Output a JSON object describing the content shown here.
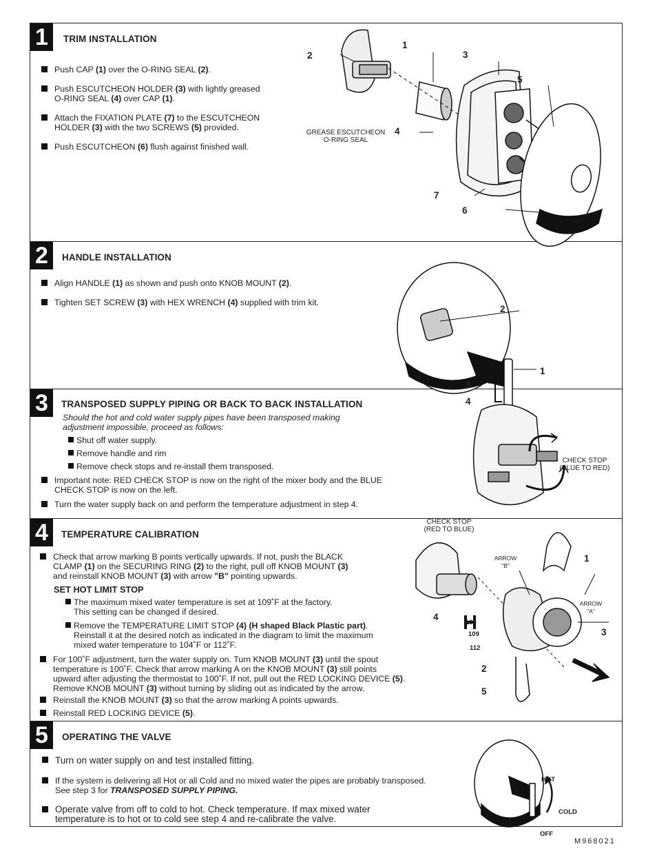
{
  "s1": {
    "num": "1",
    "title": "TRIM INSTALLATION",
    "b1": {
      "t1": "Push CAP ",
      "k1": "(1)",
      "t2": " over the O-RING SEAL ",
      "k2": "(2)",
      "t3": "."
    },
    "b2": {
      "t1": "Push ESCUTCHEON HOLDER ",
      "k1": "(3)",
      "t2": " with lightly greased",
      "t3": "O-RING SEAL ",
      "k2": "(4)",
      "t4": " over CAP ",
      "k3": "(1)",
      "t5": "."
    },
    "b3": {
      "t1": "Attach the FIXATION PLATE ",
      "k1": "(7)",
      "t2": " to the ESCUTCHEON",
      "t3": "HOLDER ",
      "k2": "(3)",
      "t4": " with the two SCREWS ",
      "k3": "(5)",
      "t5": " provided."
    },
    "b4": {
      "t1": "Push ESCUTCHEON ",
      "k1": "(6)",
      "t2": " flush against finished wall."
    },
    "fig": {
      "grease1": "GREASE ESCUTCHEON",
      "grease2": "O-RING SEAL",
      "n1": "1",
      "n2": "2",
      "n3": "3",
      "n4": "4",
      "n5": "5",
      "n6": "6",
      "n7": "7"
    }
  },
  "s2": {
    "num": "2",
    "title": "HANDLE INSTALLATION",
    "b1": {
      "t1": "Align HANDLE ",
      "k1": "(1)",
      "t2": " as shown and push onto KNOB MOUNT ",
      "k2": "(2)",
      "t3": "."
    },
    "b2": {
      "t1": "Tighten SET SCREW ",
      "k1": "(3)",
      "t2": " with HEX WRENCH ",
      "k2": "(4)",
      "t3": " supplied with trim kit."
    },
    "fig": {
      "n1": "1",
      "n2": "2",
      "n3": "3",
      "n4": "4"
    }
  },
  "s3": {
    "num": "3",
    "title": "TRANSPOSED SUPPLY PIPING OR BACK TO BACK INSTALLATION",
    "intro1": "Should the hot and cold water supply pipes have been transposed making",
    "intro2": "adjustment impossible, proceed as follows:",
    "sub1": "Shut off water supply.",
    "sub2": "Remove handle and rim",
    "sub3": "Remove check stops and re-install them transposed.",
    "b1a": "Important note: RED CHECK STOP is now on the right of the mixer body and the BLUE",
    "b1b": "CHECK STOP is now on the left.",
    "b2": "Turn the water supply back on and perform the temperature adjustment in step 4.",
    "fig": {
      "cs1a": "CHECK STOP",
      "cs1b": "(BLUE TO RED)",
      "cs2a": "CHECK STOP",
      "cs2b": "(RED TO BLUE)"
    }
  },
  "s4": {
    "num": "4",
    "title": "TEMPERATURE CALIBRATION",
    "b1": {
      "t1": "Check that arrow marking B points vertically upwards. If not, push the BLACK",
      "t2": "CLAMP ",
      "k1": "(1)",
      "t3": " on the SECURING RING ",
      "k2": "(2)",
      "t4": " to the  right, pull off KNOB MOUNT ",
      "k3": "(3)",
      "t5": "and reinstall KNOB MOUNT ",
      "k4": "(3)",
      "t6": " with arrow ",
      "k5": "\"B\"",
      "t7": " pointing upwards."
    },
    "sub": "SET HOT LIMIT STOP",
    "s1a": "The maximum mixed water temperature is set at 109˚F at the factory.",
    "s1b": "This setting can be changed if desired.",
    "s2": {
      "t1": "Remove the TEMPERATURE LIMIT STOP ",
      "k1": "(4) (H shaped Black Plastic part)",
      "t2": ".",
      "t3": "Reinstall it at the desired notch as indicated in the diagram to limit the maximum",
      "t4": "mixed water temperature to 104˚F or 112˚F."
    },
    "b2": {
      "t1": "For 100˚F adjustment, turn the water supply on. Turn KNOB MOUNT ",
      "k1": "(3)",
      "t2": " until the spout",
      "t3": "temperature is 100˚F. Check that arrow marking A on the KNOB MOUNT ",
      "k2": "(3)",
      "t4": " still points",
      "t5": "upward after adjusting the thermostat to 100˚F.  If not, pull out the RED LOCKING DEVICE ",
      "k3": "(5)",
      "t6": ".",
      "t7": "Remove KNOB MOUNT ",
      "k4": "(3)",
      "t8": " without turning by sliding out as indicated by the arrow."
    },
    "b3": {
      "t1": "Reinstall the KNOB MOUNT ",
      "k1": "(3)",
      "t2": " so that the arrow marking A points upwards."
    },
    "b4": {
      "t1": "Reinstall RED LOCKING DEVICE ",
      "k1": "(5)",
      "t2": "."
    },
    "fig": {
      "arrowB1": "ARROW",
      "arrowB2": "\"B\"",
      "arrowA1": "ARROW",
      "arrowA2": "\"A\"",
      "t104": "104",
      "t109": "109",
      "t112": "112",
      "n1": "1",
      "n2": "2",
      "n3": "3",
      "n4": "4",
      "n5": "5"
    }
  },
  "s5": {
    "num": "5",
    "title": "OPERATING THE VALVE",
    "b1": "Turn on water supply on and test installed fitting.",
    "b2a": "If the system is delivering all Hot or all Cold and no mixed water the pipes are probably transposed.",
    "b2b": "See step 3 for ",
    "b2k": "TRANSPOSED SUPPLY PIPING.",
    "b3a": "Operate valve from off to cold to hot. Check temperature. If max mixed water",
    "b3b": "temperature is to hot or to cold see step 4 and re-calibrate the valve.",
    "fig": {
      "hot": "HOT",
      "cold": "COLD",
      "off": "OFF"
    },
    "code": "M968021"
  }
}
